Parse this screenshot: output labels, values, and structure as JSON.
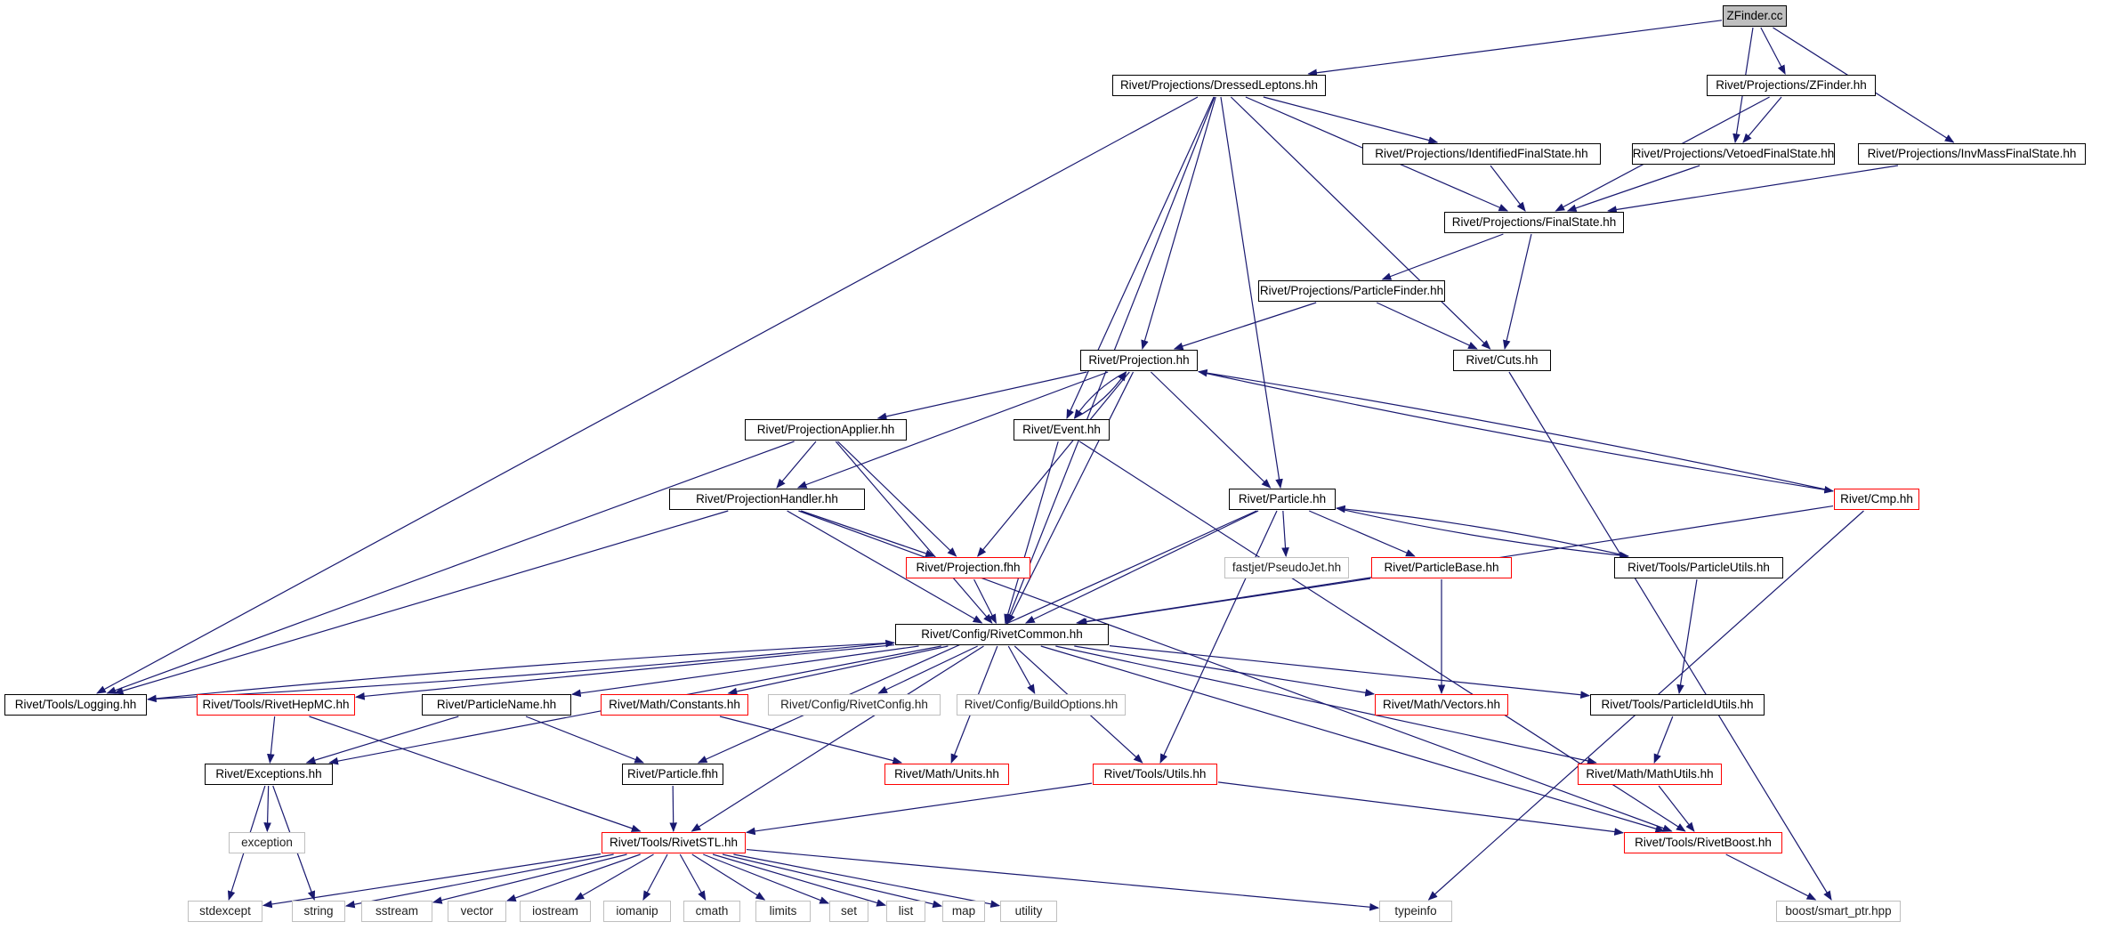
{
  "nodes": [
    {
      "id": "zfinder_cc",
      "label": "ZFinder.cc",
      "kind": "root"
    },
    {
      "id": "dressed",
      "label": "Rivet/Projections/DressedLeptons.hh",
      "kind": "doc"
    },
    {
      "id": "zfinder_hh",
      "label": "Rivet/Projections/ZFinder.hh",
      "kind": "doc"
    },
    {
      "id": "identified",
      "label": "Rivet/Projections/IdentifiedFinalState.hh",
      "kind": "doc"
    },
    {
      "id": "vetoed",
      "label": "Rivet/Projections/VetoedFinalState.hh",
      "kind": "doc"
    },
    {
      "id": "invmass",
      "label": "Rivet/Projections/InvMassFinalState.hh",
      "kind": "doc"
    },
    {
      "id": "finalstate",
      "label": "Rivet/Projections/FinalState.hh",
      "kind": "doc"
    },
    {
      "id": "pfinder",
      "label": "Rivet/Projections/ParticleFinder.hh",
      "kind": "doc"
    },
    {
      "id": "projection",
      "label": "Rivet/Projection.hh",
      "kind": "doc"
    },
    {
      "id": "cuts",
      "label": "Rivet/Cuts.hh",
      "kind": "doc"
    },
    {
      "id": "papplier",
      "label": "Rivet/ProjectionApplier.hh",
      "kind": "doc"
    },
    {
      "id": "event",
      "label": "Rivet/Event.hh",
      "kind": "doc"
    },
    {
      "id": "cmp",
      "label": "Rivet/Cmp.hh",
      "kind": "red"
    },
    {
      "id": "phandler",
      "label": "Rivet/ProjectionHandler.hh",
      "kind": "doc"
    },
    {
      "id": "particle",
      "label": "Rivet/Particle.hh",
      "kind": "doc"
    },
    {
      "id": "projfhh",
      "label": "Rivet/Projection.fhh",
      "kind": "red"
    },
    {
      "id": "pseudojet",
      "label": "fastjet/PseudoJet.hh",
      "kind": "ext"
    },
    {
      "id": "pbase",
      "label": "Rivet/ParticleBase.hh",
      "kind": "red"
    },
    {
      "id": "putils",
      "label": "Rivet/Tools/ParticleUtils.hh",
      "kind": "doc"
    },
    {
      "id": "rcommon",
      "label": "Rivet/Config/RivetCommon.hh",
      "kind": "doc"
    },
    {
      "id": "logging",
      "label": "Rivet/Tools/Logging.hh",
      "kind": "doc"
    },
    {
      "id": "hepmc",
      "label": "Rivet/Tools/RivetHepMC.hh",
      "kind": "red"
    },
    {
      "id": "pname",
      "label": "Rivet/ParticleName.hh",
      "kind": "doc"
    },
    {
      "id": "constants",
      "label": "Rivet/Math/Constants.hh",
      "kind": "red"
    },
    {
      "id": "rconfig",
      "label": "Rivet/Config/RivetConfig.hh",
      "kind": "ext"
    },
    {
      "id": "buildopts",
      "label": "Rivet/Config/BuildOptions.hh",
      "kind": "ext"
    },
    {
      "id": "vectors",
      "label": "Rivet/Math/Vectors.hh",
      "kind": "red"
    },
    {
      "id": "pidutils",
      "label": "Rivet/Tools/ParticleIdUtils.hh",
      "kind": "doc"
    },
    {
      "id": "exceptions",
      "label": "Rivet/Exceptions.hh",
      "kind": "doc"
    },
    {
      "id": "particlefhh",
      "label": "Rivet/Particle.fhh",
      "kind": "doc"
    },
    {
      "id": "units",
      "label": "Rivet/Math/Units.hh",
      "kind": "red"
    },
    {
      "id": "tutils",
      "label": "Rivet/Tools/Utils.hh",
      "kind": "red"
    },
    {
      "id": "mathutils",
      "label": "Rivet/Math/MathUtils.hh",
      "kind": "red"
    },
    {
      "id": "exception",
      "label": "exception",
      "kind": "ext"
    },
    {
      "id": "rstl",
      "label": "Rivet/Tools/RivetSTL.hh",
      "kind": "red"
    },
    {
      "id": "rboost",
      "label": "Rivet/Tools/RivetBoost.hh",
      "kind": "red"
    },
    {
      "id": "stdexcept",
      "label": "stdexcept",
      "kind": "ext"
    },
    {
      "id": "string",
      "label": "string",
      "kind": "ext"
    },
    {
      "id": "sstream",
      "label": "sstream",
      "kind": "ext"
    },
    {
      "id": "vector",
      "label": "vector",
      "kind": "ext"
    },
    {
      "id": "iostream",
      "label": "iostream",
      "kind": "ext"
    },
    {
      "id": "iomanip",
      "label": "iomanip",
      "kind": "ext"
    },
    {
      "id": "cmath",
      "label": "cmath",
      "kind": "ext"
    },
    {
      "id": "limits",
      "label": "limits",
      "kind": "ext"
    },
    {
      "id": "set",
      "label": "set",
      "kind": "ext"
    },
    {
      "id": "list",
      "label": "list",
      "kind": "ext"
    },
    {
      "id": "map",
      "label": "map",
      "kind": "ext"
    },
    {
      "id": "utility",
      "label": "utility",
      "kind": "ext"
    },
    {
      "id": "typeinfo",
      "label": "typeinfo",
      "kind": "ext"
    },
    {
      "id": "smartptr",
      "label": "boost/smart_ptr.hpp",
      "kind": "ext"
    }
  ],
  "edges": [
    [
      "zfinder_cc",
      "dressed"
    ],
    [
      "zfinder_cc",
      "zfinder_hh"
    ],
    [
      "zfinder_cc",
      "vetoed"
    ],
    [
      "zfinder_cc",
      "invmass"
    ],
    [
      "zfinder_hh",
      "vetoed"
    ],
    [
      "zfinder_hh",
      "finalstate"
    ],
    [
      "invmass",
      "finalstate"
    ],
    [
      "vetoed",
      "finalstate"
    ],
    [
      "identified",
      "finalstate"
    ],
    [
      "dressed",
      "identified"
    ],
    [
      "dressed",
      "finalstate"
    ],
    [
      "dressed",
      "cuts"
    ],
    [
      "dressed",
      "projection"
    ],
    [
      "dressed",
      "event"
    ],
    [
      "dressed",
      "particle"
    ],
    [
      "dressed",
      "rcommon"
    ],
    [
      "dressed",
      "logging"
    ],
    [
      "finalstate",
      "pfinder"
    ],
    [
      "finalstate",
      "cuts"
    ],
    [
      "pfinder",
      "projection"
    ],
    [
      "pfinder",
      "cuts"
    ],
    [
      "cuts",
      "smartptr"
    ],
    [
      "projection",
      "papplier"
    ],
    [
      "projection",
      "event"
    ],
    [
      "projection",
      "phandler"
    ],
    [
      "projection",
      "projfhh"
    ],
    [
      "projection",
      "rcommon"
    ],
    [
      "projection",
      "particle"
    ],
    [
      "projection",
      "cmp"
    ],
    [
      "event",
      "projection"
    ],
    [
      "event",
      "rcommon"
    ],
    [
      "event",
      "rboost"
    ],
    [
      "cmp",
      "projection"
    ],
    [
      "cmp",
      "rcommon"
    ],
    [
      "cmp",
      "typeinfo"
    ],
    [
      "papplier",
      "phandler"
    ],
    [
      "papplier",
      "projfhh"
    ],
    [
      "papplier",
      "rcommon"
    ],
    [
      "papplier",
      "logging"
    ],
    [
      "phandler",
      "projfhh"
    ],
    [
      "phandler",
      "rcommon"
    ],
    [
      "phandler",
      "logging"
    ],
    [
      "phandler",
      "rboost"
    ],
    [
      "projfhh",
      "rcommon"
    ],
    [
      "particle",
      "rcommon"
    ],
    [
      "particle",
      "pseudojet"
    ],
    [
      "particle",
      "pbase"
    ],
    [
      "particle",
      "putils"
    ],
    [
      "particle",
      "particlefhh"
    ],
    [
      "particle",
      "tutils"
    ],
    [
      "putils",
      "particle"
    ],
    [
      "putils",
      "pidutils"
    ],
    [
      "pbase",
      "rcommon"
    ],
    [
      "pbase",
      "vectors"
    ],
    [
      "rcommon",
      "logging"
    ],
    [
      "rcommon",
      "hepmc"
    ],
    [
      "rcommon",
      "pname"
    ],
    [
      "rcommon",
      "constants"
    ],
    [
      "rcommon",
      "rconfig"
    ],
    [
      "rcommon",
      "buildopts"
    ],
    [
      "rcommon",
      "vectors"
    ],
    [
      "rcommon",
      "pidutils"
    ],
    [
      "rcommon",
      "exceptions"
    ],
    [
      "rcommon",
      "units"
    ],
    [
      "rcommon",
      "tutils"
    ],
    [
      "rcommon",
      "mathutils"
    ],
    [
      "rcommon",
      "rstl"
    ],
    [
      "rcommon",
      "rboost"
    ],
    [
      "logging",
      "rcommon"
    ],
    [
      "hepmc",
      "exceptions"
    ],
    [
      "hepmc",
      "rstl"
    ],
    [
      "pname",
      "exceptions"
    ],
    [
      "pname",
      "particlefhh"
    ],
    [
      "constants",
      "units"
    ],
    [
      "pidutils",
      "mathutils"
    ],
    [
      "exceptions",
      "exception"
    ],
    [
      "exceptions",
      "stdexcept"
    ],
    [
      "exceptions",
      "string"
    ],
    [
      "particlefhh",
      "rstl"
    ],
    [
      "tutils",
      "rstl"
    ],
    [
      "tutils",
      "rboost"
    ],
    [
      "mathutils",
      "rboost"
    ],
    [
      "rboost",
      "smartptr"
    ],
    [
      "rstl",
      "stdexcept"
    ],
    [
      "rstl",
      "string"
    ],
    [
      "rstl",
      "sstream"
    ],
    [
      "rstl",
      "vector"
    ],
    [
      "rstl",
      "iostream"
    ],
    [
      "rstl",
      "iomanip"
    ],
    [
      "rstl",
      "cmath"
    ],
    [
      "rstl",
      "limits"
    ],
    [
      "rstl",
      "set"
    ],
    [
      "rstl",
      "list"
    ],
    [
      "rstl",
      "map"
    ],
    [
      "rstl",
      "utility"
    ],
    [
      "rstl",
      "typeinfo"
    ]
  ]
}
